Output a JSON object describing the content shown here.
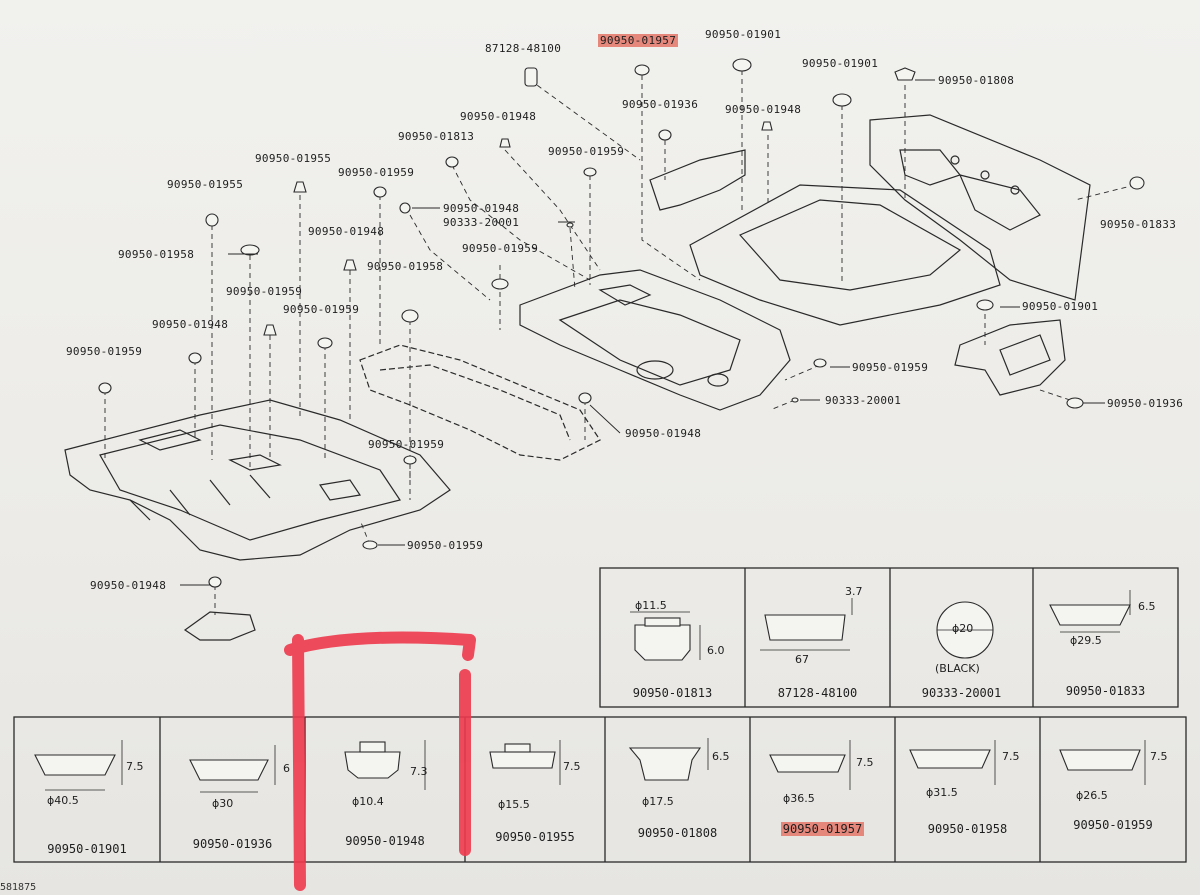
{
  "diagram": {
    "callouts": [
      {
        "id": "c1",
        "text": "87128-48100"
      },
      {
        "id": "c2",
        "text": "90950-01957",
        "highlight": true
      },
      {
        "id": "c3",
        "text": "90950-01901"
      },
      {
        "id": "c4",
        "text": "90950-01901"
      },
      {
        "id": "c5",
        "text": "90950-01808"
      },
      {
        "id": "c6",
        "text": "90950-01948"
      },
      {
        "id": "c7",
        "text": "90950-01936"
      },
      {
        "id": "c8",
        "text": "90950-01948"
      },
      {
        "id": "c9",
        "text": "90950-01813"
      },
      {
        "id": "c10",
        "text": "90950-01959"
      },
      {
        "id": "c11",
        "text": "90950-01955"
      },
      {
        "id": "c12",
        "text": "90950-01959"
      },
      {
        "id": "c13",
        "text": "90950-01955"
      },
      {
        "id": "c14",
        "text": "90950-01948"
      },
      {
        "id": "c15",
        "text": "90333-20001"
      },
      {
        "id": "c16",
        "text": "90950-01948"
      },
      {
        "id": "c17",
        "text": "90950-01959"
      },
      {
        "id": "c18",
        "text": "90950-01958"
      },
      {
        "id": "c19",
        "text": "90950-01958"
      },
      {
        "id": "c20",
        "text": "90950-01959"
      },
      {
        "id": "c21",
        "text": "90950-01959"
      },
      {
        "id": "c22",
        "text": "90950-01948"
      },
      {
        "id": "c23",
        "text": "90950-01959"
      },
      {
        "id": "c24",
        "text": "90950-01833"
      },
      {
        "id": "c25",
        "text": "90950-01901"
      },
      {
        "id": "c26",
        "text": "90950-01959"
      },
      {
        "id": "c27",
        "text": "90333-20001"
      },
      {
        "id": "c28",
        "text": "90950-01936"
      },
      {
        "id": "c29",
        "text": "90950-01948"
      },
      {
        "id": "c30",
        "text": "90950-01959"
      },
      {
        "id": "c31",
        "text": "90950-01959"
      },
      {
        "id": "c32",
        "text": "90950-01948"
      }
    ],
    "parts_top_row": [
      {
        "part": "90950-01813",
        "dims": [
          "ϕ11.5",
          "6.0"
        ]
      },
      {
        "part": "87128-48100",
        "dims": [
          "3.7",
          "67"
        ]
      },
      {
        "part": "90333-20001",
        "dims": [
          "ϕ20",
          "(BLACK)"
        ]
      },
      {
        "part": "90950-01833",
        "dims": [
          "6.5",
          "ϕ29.5"
        ]
      }
    ],
    "parts_bottom_row": [
      {
        "part": "90950-01901",
        "dims": [
          "7.5",
          "ϕ40.5"
        ]
      },
      {
        "part": "90950-01936",
        "dims": [
          "6",
          "ϕ30"
        ]
      },
      {
        "part": "90950-01948",
        "dims": [
          "7.3",
          "ϕ10.4"
        ]
      },
      {
        "part": "90950-01955",
        "dims": [
          "7.5",
          "ϕ15.5"
        ]
      },
      {
        "part": "90950-01808",
        "dims": [
          "6.5",
          "ϕ17.5"
        ]
      },
      {
        "part": "90950-01957",
        "dims": [
          "7.5",
          "ϕ36.5"
        ],
        "highlight": true
      },
      {
        "part": "90950-01958",
        "dims": [
          "7.5",
          "ϕ31.5"
        ]
      },
      {
        "part": "90950-01959",
        "dims": [
          "7.5",
          "ϕ26.5"
        ]
      }
    ],
    "figure_code": "581875",
    "colors": {
      "ink": "#1e1e1e",
      "highlight": "#e6877c",
      "annotation": "#ee3a4e"
    }
  }
}
